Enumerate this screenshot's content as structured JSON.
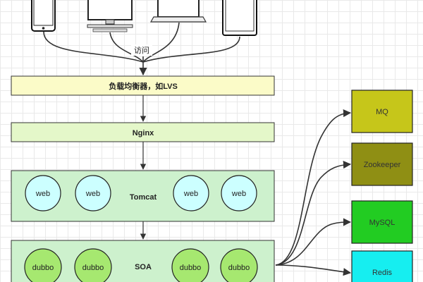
{
  "access_label": "访问",
  "load_balancer": {
    "label": "负载均衡器，如LVS"
  },
  "nginx": {
    "label": "Nginx"
  },
  "tomcat": {
    "label": "Tomcat",
    "nodes": [
      "web",
      "web",
      "web",
      "web"
    ]
  },
  "soa": {
    "label": "SOA",
    "nodes": [
      "dubbo",
      "dubbo",
      "dubbo",
      "dubbo"
    ]
  },
  "services": [
    {
      "label": "MQ",
      "color": "#c6c61a"
    },
    {
      "label": "Zookeeper",
      "color": "#8f8f14"
    },
    {
      "label": "MySQL",
      "color": "#22cc22"
    },
    {
      "label": "Redis",
      "color": "#16eef0"
    }
  ],
  "colors": {
    "load_balancer_fill": "#fbfbc8",
    "nginx_fill": "#e4f7c9",
    "tomcat_fill": "#cdf1cd",
    "web_node_fill": "#ccffff",
    "soa_fill": "#cdf1cd",
    "dubbo_node_fill": "#a6e870"
  },
  "clients": [
    "phone-icon",
    "desktop-icon",
    "laptop-icon",
    "tablet-icon"
  ]
}
